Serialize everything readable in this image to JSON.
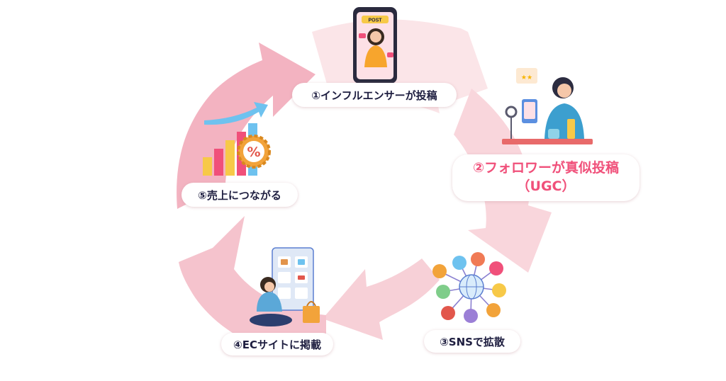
{
  "steps": [
    {
      "label": "①インフルエンサーが投稿"
    },
    {
      "label": "②フォロワーが真似投稿",
      "sublabel": "（UGC）"
    },
    {
      "label": "③SNSで拡散"
    },
    {
      "label": "④ECサイトに掲載"
    },
    {
      "label": "⑤売上につながる"
    }
  ],
  "phone_post_tag": "POST",
  "discount_symbol": "%",
  "colors": {
    "arrow_light": "#fbe5e8",
    "arrow_mid": "#f7c9d1",
    "arrow_deep": "#f3afbd",
    "accent_pink": "#f0507a",
    "label_text": "#1e1e40"
  }
}
